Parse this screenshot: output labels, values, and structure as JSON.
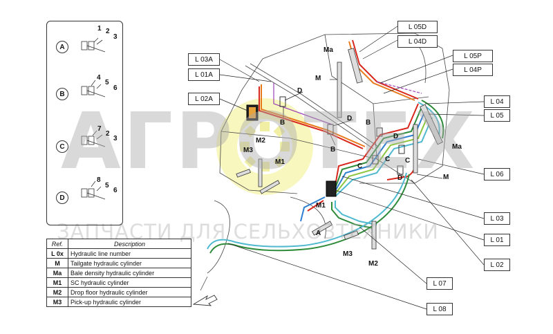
{
  "watermark": {
    "logo_text": "АГРОТЕХ",
    "subtitle": "ЗАПЧАСТИ ДЛЯ СЕЛЬХОЗТЕХНИКИ"
  },
  "key_panel": {
    "rows": [
      {
        "letter": "A",
        "numbers": [
          "1",
          "2",
          "3"
        ]
      },
      {
        "letter": "B",
        "numbers": [
          "4",
          "5",
          "6"
        ]
      },
      {
        "letter": "C",
        "numbers": [
          "7",
          "2",
          "3"
        ]
      },
      {
        "letter": "D",
        "numbers": [
          "8",
          "5",
          "6"
        ]
      }
    ]
  },
  "legend": {
    "header_ref": "Ref.",
    "header_desc": "Description",
    "rows": [
      {
        "ref": "L 0x",
        "desc": "Hydraulic line number"
      },
      {
        "ref": "M",
        "desc": "Tailgate hydraulic cylinder"
      },
      {
        "ref": "Ma",
        "desc": "Bale density hydraulic cylinder"
      },
      {
        "ref": "M1",
        "desc": "SC hydraulic cylinder"
      },
      {
        "ref": "M2",
        "desc": "Drop floor hydraulic cylinder"
      },
      {
        "ref": "M3",
        "desc": "Pick-up hydraulic cylinder"
      }
    ]
  },
  "line_labels": {
    "l05d": "L 05D",
    "l04d": "L 04D",
    "l05p": "L 05P",
    "l04p": "L 04P",
    "l03a": "L 03A",
    "l01a": "L 01A",
    "l02a": "L 02A",
    "l04": "L 04",
    "l05": "L 05",
    "l06": "L 06",
    "l03": "L 03",
    "l01": "L 01",
    "l02": "L 02",
    "l07": "L 07",
    "l08": "L 08"
  },
  "diagram_tags": {
    "ma_top": "Ma",
    "m_top": "M",
    "ma_right": "Ma",
    "m_right": "M",
    "d1": "D",
    "d2": "D",
    "d3": "D",
    "d4": "D",
    "b1": "B",
    "b2": "B",
    "b3": "B",
    "c1": "C",
    "c2": "C",
    "c3": "C",
    "m2_left": "M2",
    "m3_left": "M3",
    "m1_left": "M1",
    "m1_bottom": "M1",
    "a_bottom": "A",
    "m3_bottom": "M3",
    "m2_bottom": "M2"
  },
  "colors": {
    "red": "#d9261c",
    "green": "#2e8b3a",
    "blue": "#2f7fd0",
    "orange": "#e87a1c",
    "purple": "#9b3fb5",
    "cyan": "#4fb9cf",
    "light_green": "#8cc63f",
    "watermark_yellow": "#f3f18a",
    "line": "#222222"
  }
}
